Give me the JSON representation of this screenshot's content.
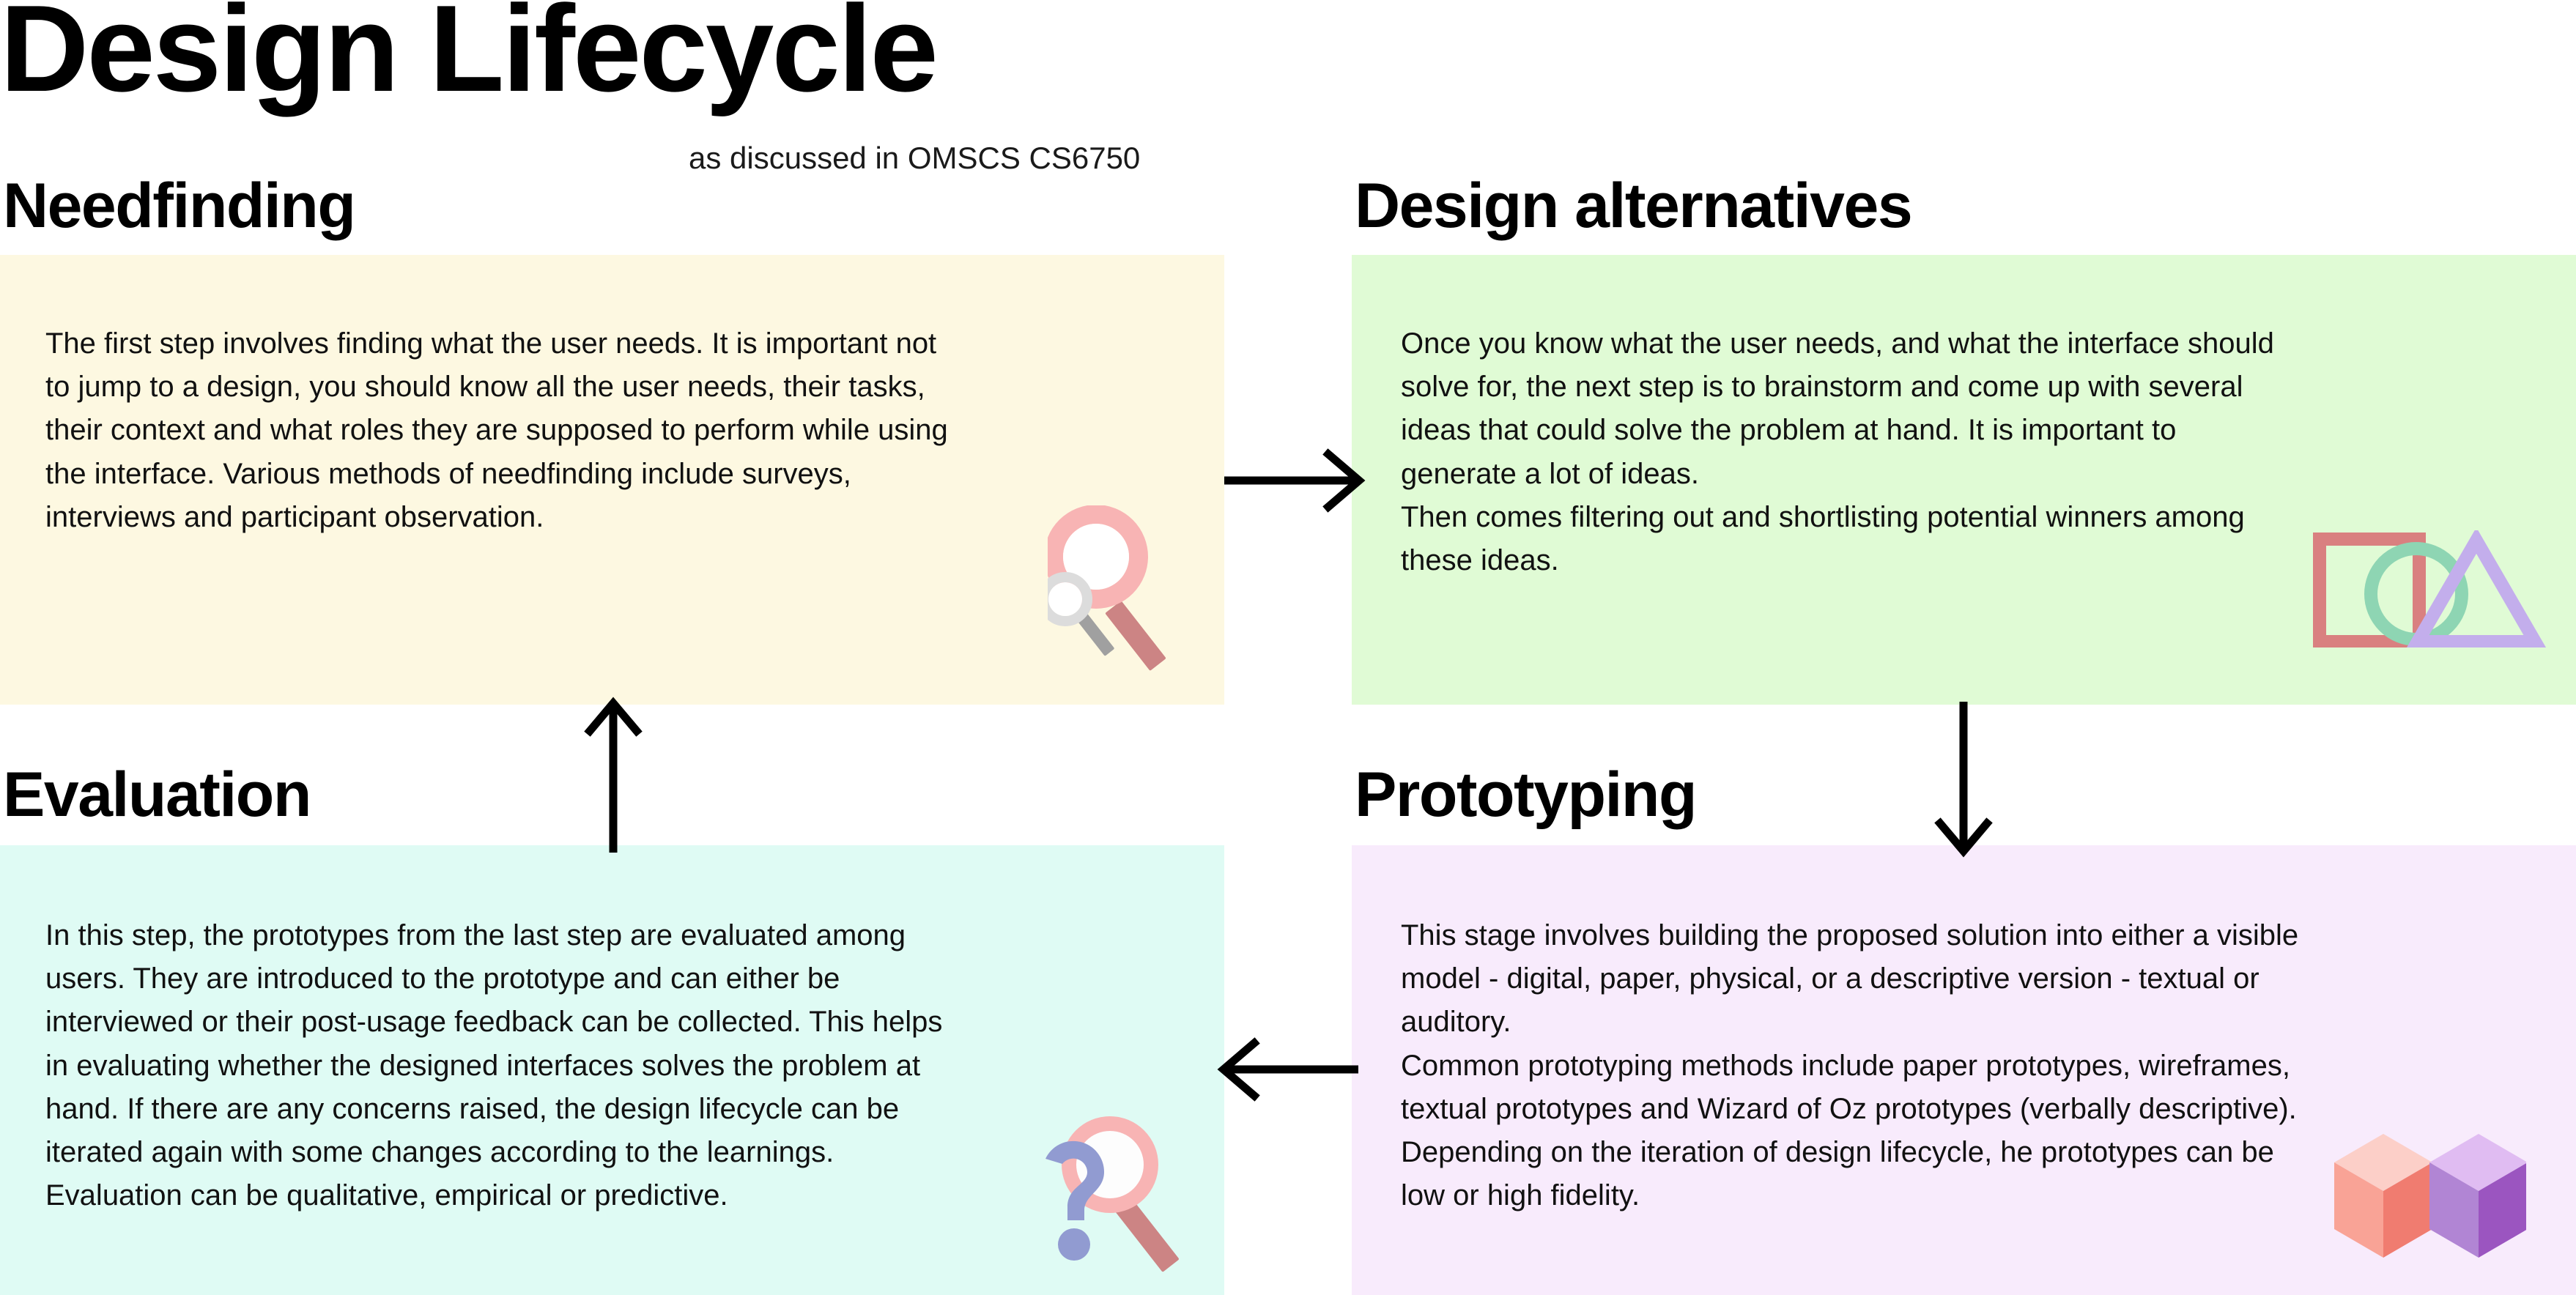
{
  "header": {
    "title": "Design Lifecycle",
    "subtitle": "as discussed in OMSCS CS6750"
  },
  "colors": {
    "needfinding_bg": "#FDF8E1",
    "alternatives_bg": "#E0FBD5",
    "evaluation_bg": "#DFFBF4",
    "prototyping_bg": "#F8EBFC",
    "arrow": "#000000",
    "magnifier_pink": "#F8B4B4",
    "magnifier_handle": "#CC8484",
    "magnifier_grey": "#DCDCDC",
    "magnifier_grey_handle": "#A0A0A0",
    "question_mark_blue": "#919BD1",
    "shape_rect_salmon": "#D98080",
    "shape_circle_mint": "#8ED5B3",
    "shape_triangle_lavender": "#C3AEEC",
    "cube_pink_top": "#FCCFC8",
    "cube_pink_left": "#F9A396",
    "cube_pink_right": "#F07C70",
    "cube_purple_top": "#E0BCF2",
    "cube_purple_left": "#B185D4",
    "cube_purple_right": "#9B55C0"
  },
  "cards": [
    {
      "id": "needfinding",
      "heading": "Needfinding",
      "body": "The first step involves finding what the user needs. It is important not to jump to a design, you should know all the user needs, their tasks, their context and what roles they are supposed to perform while using the interface. Various methods of needfinding include surveys, interviews and participant observation.",
      "icon": "magnifying-glasses-icon"
    },
    {
      "id": "alternatives",
      "heading": "Design alternatives",
      "body": "Once you know what the user needs, and what the interface should solve for, the next step is to brainstorm and come up with several ideas that could solve the problem at hand. It is important to generate a lot of ideas.\nThen comes filtering out and shortlisting potential winners among these ideas.",
      "icon": "geometric-shapes-icon"
    },
    {
      "id": "evaluation",
      "heading": "Evaluation",
      "body": "In this step, the prototypes from the last step are evaluated among users. They are introduced to the prototype and can either be interviewed or their post-usage feedback can be collected. This helps in evaluating whether the designed interfaces solves the problem at hand. If there are any concerns raised, the design lifecycle can be iterated again with some changes according to the learnings.\nEvaluation can be qualitative, empirical or predictive.",
      "icon": "magnifier-question-icon"
    },
    {
      "id": "prototyping",
      "heading": "Prototyping",
      "body": "This stage involves building the proposed solution into either a visible model - digital, paper, physical, or a descriptive version - textual or auditory.\nCommon prototyping methods include paper prototypes, wireframes, textual prototypes and Wizard of Oz prototypes (verbally descriptive). Depending on the iteration of design lifecycle, he prototypes can be low or high fidelity.",
      "icon": "isometric-cubes-icon"
    }
  ],
  "arrows": [
    {
      "id": "need-to-alt",
      "direction": "right",
      "from": "needfinding",
      "to": "alternatives"
    },
    {
      "id": "alt-to-proto",
      "direction": "down",
      "from": "alternatives",
      "to": "prototyping"
    },
    {
      "id": "proto-to-eval",
      "direction": "left",
      "from": "prototyping",
      "to": "evaluation"
    },
    {
      "id": "eval-to-need",
      "direction": "up",
      "from": "evaluation",
      "to": "needfinding"
    }
  ]
}
